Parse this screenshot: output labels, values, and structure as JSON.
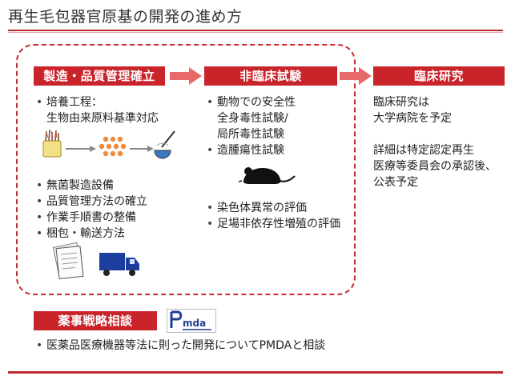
{
  "page": {
    "title": "再生毛包器官原基の開発の進め方"
  },
  "stages": [
    {
      "label": "製造・品質管理確立"
    },
    {
      "label": "非臨床試験"
    },
    {
      "label": "臨床研究"
    }
  ],
  "manufacturing": {
    "bullet1": "培養工程：",
    "bullet1_cont": "生物由来原料基準対応",
    "bullets": [
      "無菌製造設備",
      "品質管理方法の確立",
      "作業手順書の整備",
      "梱包・輸送方法"
    ]
  },
  "nonclinical": {
    "bullet1": "動物での安全性",
    "bullet1_cont": [
      "全身毒性試験/",
      "局所毒性試験"
    ],
    "bullet2": "造腫瘍性試験",
    "bullets_lower": [
      "染色体異常の評価",
      "足場非依存性増殖の評価"
    ]
  },
  "clinical": {
    "line1": "臨床研究は",
    "line2": "大学病院を予定",
    "line3": "詳細は特定認定再生",
    "line4": "医療等委員会の承認後、",
    "line5": "公表予定"
  },
  "consultation": {
    "label": "薬事戦略相談",
    "logo_text": "Pmda",
    "bullet": "医薬品医療機器等法に則った開発についてPMDAと相談"
  },
  "colors": {
    "accent": "#c8242a",
    "arrow": "#e8696a",
    "pmda_blue": "#1f3f94"
  }
}
